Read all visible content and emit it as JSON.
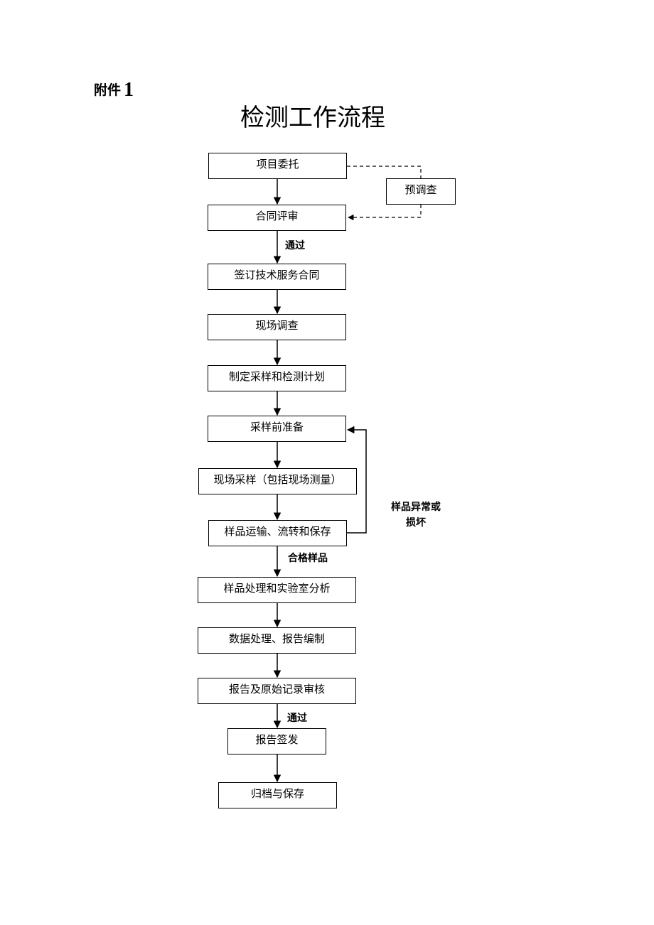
{
  "header": {
    "attachment_label": "附件",
    "attachment_number": "1",
    "title": "检测工作流程"
  },
  "flow": {
    "steps": [
      "项目委托",
      "合同评审",
      "签订技术服务合同",
      "现场调查",
      "制定采样和检测计划",
      "采样前准备",
      "现场采样（包括现场测量）",
      "样品运输、流转和保存",
      "样品处理和实验室分析",
      "数据处理、报告编制",
      "报告及原始记录审核",
      "报告签发",
      "归档与保存"
    ],
    "side_box": "预调查",
    "labels": {
      "pass_1": "通过",
      "qualified_samples": "合格样品",
      "pass_2": "通过",
      "abnormal_line1": "样品异常或",
      "abnormal_line2": "损坏"
    }
  }
}
